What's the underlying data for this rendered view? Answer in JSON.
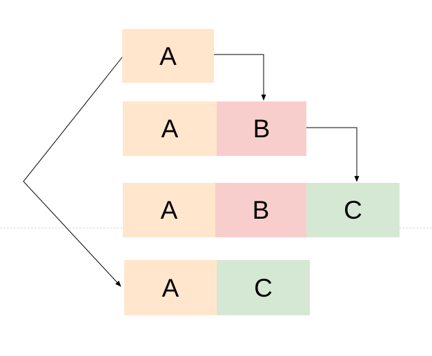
{
  "diagram": {
    "background": "#ffffff",
    "node_colors": {
      "A": "#ffe6cc",
      "B": "#f8cecc",
      "C": "#d5e8d4"
    },
    "connector_color": "#000000",
    "guide_line_color": "#d8d8d8",
    "rows": [
      {
        "segments": [
          {
            "label": "A",
            "type": "A"
          }
        ]
      },
      {
        "segments": [
          {
            "label": "A",
            "type": "A"
          },
          {
            "label": "B",
            "type": "B"
          }
        ]
      },
      {
        "segments": [
          {
            "label": "A",
            "type": "A"
          },
          {
            "label": "B",
            "type": "B"
          },
          {
            "label": "C",
            "type": "C"
          }
        ]
      },
      {
        "segments": [
          {
            "label": "A",
            "type": "A"
          },
          {
            "label": "C",
            "type": "C"
          }
        ]
      }
    ],
    "connectors": [
      {
        "from": "row1-A",
        "to": "row2-B"
      },
      {
        "from": "row2-B",
        "to": "row3-C"
      },
      {
        "from": "row1-A",
        "to": "row4-A"
      }
    ]
  }
}
